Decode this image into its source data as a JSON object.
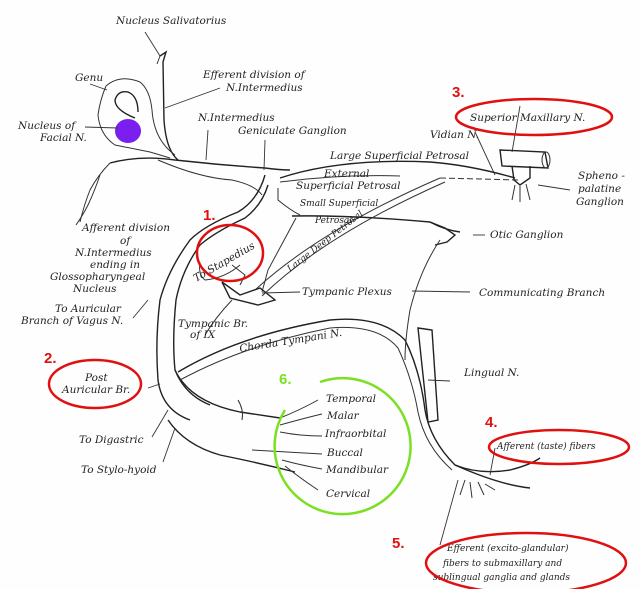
{
  "title": "Facial nerve (N. Intermedius) schematic with annotated highlights",
  "colors": {
    "annotation_red": "#e01010",
    "annotation_green": "#7be021",
    "nucleus_fill": "#7a1ff0",
    "line": "#222222"
  },
  "labels": {
    "nucleus_salivatorius": "Nucleus Salivatorius",
    "genu": "Genu",
    "efferent_division_1": "Efferent division of",
    "efferent_division_2": "N.Intermedius",
    "nucleus_facial_1": "Nucleus of",
    "nucleus_facial_2": "Facial N.",
    "n_intermedius": "N.Intermedius",
    "geniculate_ganglion": "Geniculate Ganglion",
    "large_superficial_petrosal": "Large Superficial Petrosal",
    "external_1": "External",
    "external_2": "Superficial Petrosal",
    "small_superficial_1": "Small Superficial",
    "small_superficial_2": "Petrosal",
    "large_deep_petrosal": "Large Deep Petrosal",
    "afferent_division": [
      "Afferent division",
      "of",
      "N.Intermedius",
      "ending in",
      "Glossopharyngeal",
      "Nucleus"
    ],
    "to_auricular_1": "To Auricular",
    "to_auricular_2": "Branch of Vagus N.",
    "to_stapedius": "To Stapedius",
    "tympanic_plexus": "Tympanic Plexus",
    "tympanic_br_1": "Tympanic Br.",
    "tympanic_br_2": "of IX",
    "chorda_tympani": "Chorda Tympani N.",
    "post_auricular_1": "Post",
    "post_auricular_2": "Auricular Br.",
    "to_digastric": "To Digastric",
    "to_stylohyoid": "To Stylo-hyoid",
    "superior_maxillary": "Superior Maxillary N.",
    "vidian": "Vidian N.",
    "spheno_palatine": [
      "Spheno -",
      "palatine",
      "Ganglion"
    ],
    "otic_ganglion": "Otic Ganglion",
    "communicating_branch": "Communicating Branch",
    "lingual": "Lingual N.",
    "branches": [
      "Temporal",
      "Malar",
      "Infraorbital",
      "Buccal",
      "Mandibular",
      "Cervical"
    ],
    "afferent_taste": "Afferent (taste) fibers",
    "efferent_glandular": [
      "Efferent (excito-glandular)",
      "fibers to submaxillary and",
      "sublingual ganglia and glands"
    ]
  },
  "annotations": [
    {
      "number": "1.",
      "target": "To Stapedius",
      "color": "red"
    },
    {
      "number": "2.",
      "target": "Post Auricular Br.",
      "color": "red"
    },
    {
      "number": "3.",
      "target": "Superior Maxillary N.",
      "color": "red"
    },
    {
      "number": "4.",
      "target": "Afferent (taste) fibers",
      "color": "red"
    },
    {
      "number": "5.",
      "target": "Efferent (excito-glandular) fibers",
      "color": "red"
    },
    {
      "number": "6.",
      "target": "Facial branches",
      "color": "green"
    }
  ]
}
